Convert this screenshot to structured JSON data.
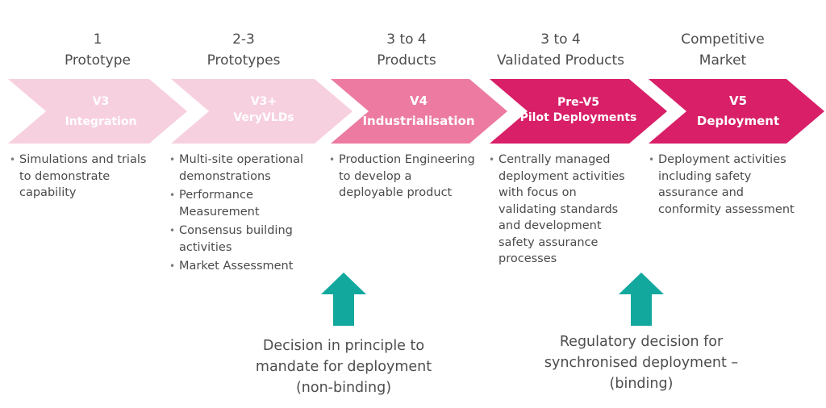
{
  "stages": [
    {
      "header": [
        "1",
        "Prototype"
      ],
      "label": [
        "V3",
        "Integration"
      ],
      "color": "#f7d0df",
      "text_color": "#ffffff",
      "bullets": [
        "Simulations and trials to demonstrate capability"
      ]
    },
    {
      "header": [
        "2-3",
        "Prototypes"
      ],
      "label": [
        "V3+",
        "VeryVLDs"
      ],
      "color": "#f7d0df",
      "text_color": "#ffffff",
      "bullets": [
        "Multi-site operational demonstrations",
        "Performance Measurement",
        "Consensus building activities",
        "Market Assessment"
      ]
    },
    {
      "header": [
        "3 to 4",
        "Products"
      ],
      "label": [
        "V4",
        "Industrialisation"
      ],
      "color": "#ec7aa1",
      "text_color": "#ffffff",
      "bullets": [
        "Production Engineering to develop a deployable product"
      ]
    },
    {
      "header": [
        "3 to 4",
        "Validated Products"
      ],
      "label": [
        "Pre-V5",
        "Pilot Deployments"
      ],
      "color": "#d81f67",
      "text_color": "#ffffff",
      "bullets": [
        "Centrally managed deployment activities with focus on validating standards and development safety assurance processes"
      ]
    },
    {
      "header": [
        "Competitive",
        "Market"
      ],
      "label": [
        "V5",
        "Deployment"
      ],
      "color": "#d81f67",
      "text_color": "#ffffff",
      "bullets": [
        "Deployment activities including safety assurance and conformity assessment"
      ]
    }
  ],
  "decisions": [
    {
      "lines": [
        "Decision in principle to",
        "mandate for deployment",
        "(non-binding)"
      ],
      "arrow_color": "#13a89e"
    },
    {
      "lines": [
        "Regulatory decision for",
        "synchronised deployment –",
        "(binding)"
      ],
      "arrow_color": "#13a89e"
    }
  ]
}
